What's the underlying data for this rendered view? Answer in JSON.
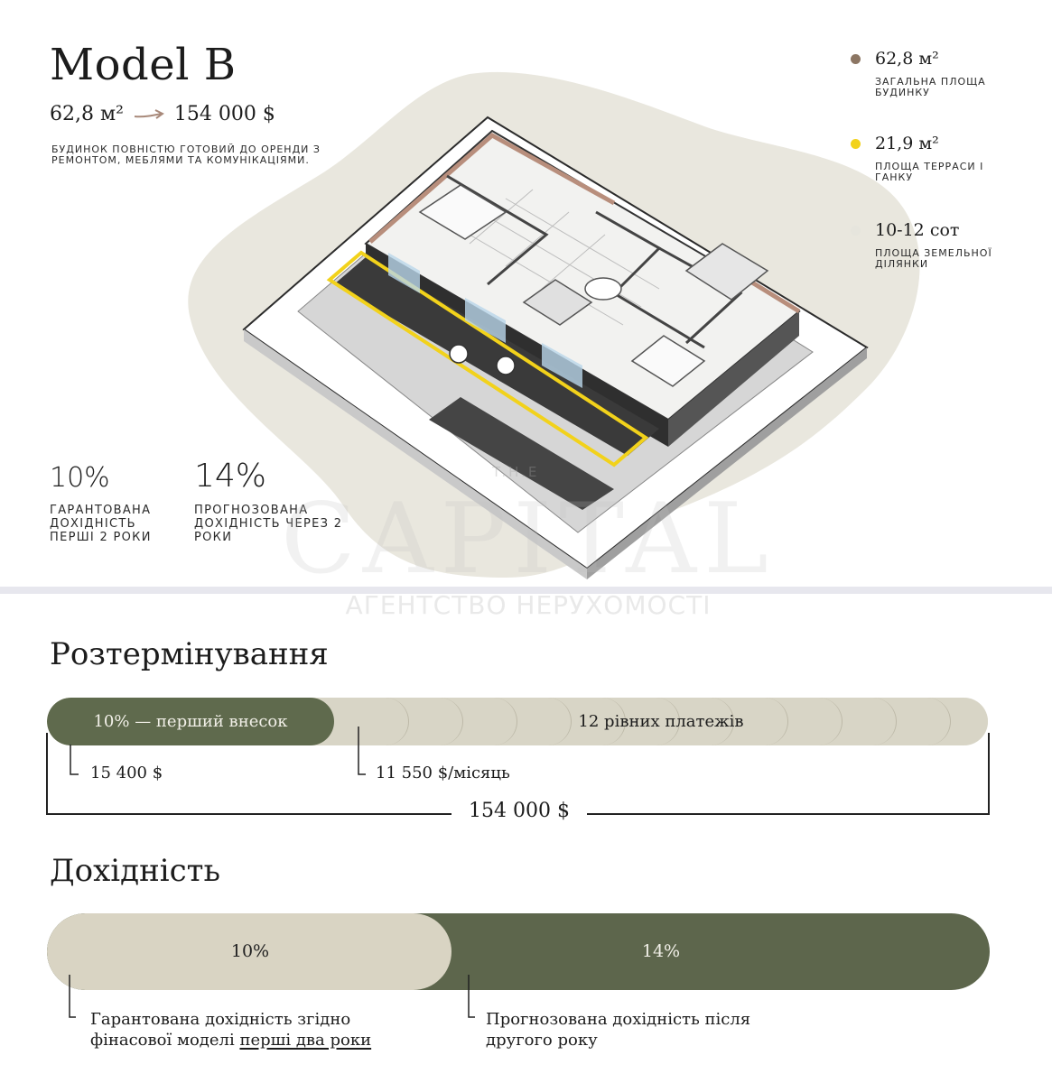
{
  "top": {
    "title": "Model B",
    "area": "62,8 м²",
    "price": "154 000 $",
    "description": "Будинок повністю готовий до оренди з ремонтом, меблями та комунікаціями.",
    "legend": [
      {
        "value": "62,8 м²",
        "label": "Загальна площа будинку",
        "color": "#8c7663"
      },
      {
        "value": "21,9 м²",
        "label": "Площа терраси і ганку",
        "color": "#f2d21b"
      },
      {
        "value": "10-12 сот",
        "label": "Площа земельної ділянки",
        "color": "#e6e5dd"
      }
    ],
    "yields": [
      {
        "percent": "10%",
        "label": "Гарантована дохідність перші 2 роки"
      },
      {
        "percent": "14%",
        "label": "Прогнозована дохідність через 2 роки"
      }
    ]
  },
  "watermark": {
    "small": "T.H.E",
    "big": "CAPITAL",
    "sub": "АГЕНТСТВО НЕРУХОМОСТІ"
  },
  "installment": {
    "title": "Розтермінування",
    "first_payment_label": "10% — перший внесок",
    "payments_label": "12  рівних платежів",
    "first_payment_amount": "15 400 $",
    "monthly_amount": "11 550 $/місяць",
    "total": "154 000 $"
  },
  "profitability": {
    "title": "Дохідність",
    "guaranteed_percent": "10%",
    "forecast_percent": "14%",
    "guaranteed_note_prefix": "Гарантована  дохідність згідно фінасової моделі",
    "guaranteed_note_underlined": "перші два роки",
    "forecast_note": "Прогнозована дохідність після другого року"
  },
  "colors": {
    "olive": "#5f6a4d",
    "sand": "#d8d5c6",
    "blob": "#e9e7de",
    "accent_wall": "#b88e7c",
    "terrace": "#f2d21b"
  }
}
